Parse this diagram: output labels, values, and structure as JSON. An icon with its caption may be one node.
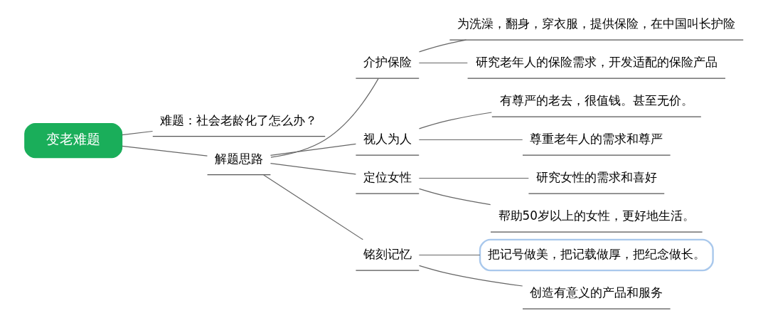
{
  "diagram": {
    "nodes": [
      {
        "text": [
          "变老难题"
        ]
      },
      {
        "text": [
          "难题：社会老龄化了怎么办？"
        ]
      },
      {
        "text": [
          "解题思路"
        ]
      },
      {
        "text": [
          "介护保险"
        ]
      },
      {
        "text": [
          "为洗澡，翻身，穿衣服，提供保险，在中国叫长护险"
        ]
      },
      {
        "text": [
          "研究老年人的保险需求，开发适配的保险产品"
        ]
      },
      {
        "text": [
          "视人为人"
        ]
      },
      {
        "text": [
          "有尊严的老去，很值钱。甚至无价。"
        ]
      },
      {
        "text": [
          "尊重老年人的需求和尊严"
        ]
      },
      {
        "text": [
          "定位女性"
        ]
      },
      {
        "text": [
          "研究女性的需求和喜好"
        ]
      },
      {
        "text": [
          "帮助50岁以上的女性，更好地生活。"
        ]
      },
      {
        "text": [
          "铭刻记忆"
        ]
      },
      {
        "text": [
          "把记号做美，把记载做厚，把纪念做长。"
        ]
      },
      {
        "text": [
          "创造有意义的产品和服务"
        ]
      }
    ],
    "edges": [
      {
        "from": 0,
        "to": 1,
        "arrow": "none"
      },
      {
        "from": 0,
        "to": 2,
        "arrow": "none"
      },
      {
        "from": 2,
        "to": 3,
        "arrow": "none"
      },
      {
        "from": 3,
        "to": 4,
        "arrow": "none"
      },
      {
        "from": 3,
        "to": 5,
        "arrow": "none"
      },
      {
        "from": 2,
        "to": 6,
        "arrow": "none"
      },
      {
        "from": 6,
        "to": 7,
        "arrow": "none"
      },
      {
        "from": 6,
        "to": 8,
        "arrow": "none"
      },
      {
        "from": 2,
        "to": 9,
        "arrow": "none"
      },
      {
        "from": 9,
        "to": 10,
        "arrow": "none"
      },
      {
        "from": 9,
        "to": 11,
        "arrow": "none"
      },
      {
        "from": 2,
        "to": 12,
        "arrow": "none"
      },
      {
        "from": 12,
        "to": 13,
        "arrow": "none"
      },
      {
        "from": 12,
        "to": 14,
        "arrow": "none"
      }
    ]
  }
}
